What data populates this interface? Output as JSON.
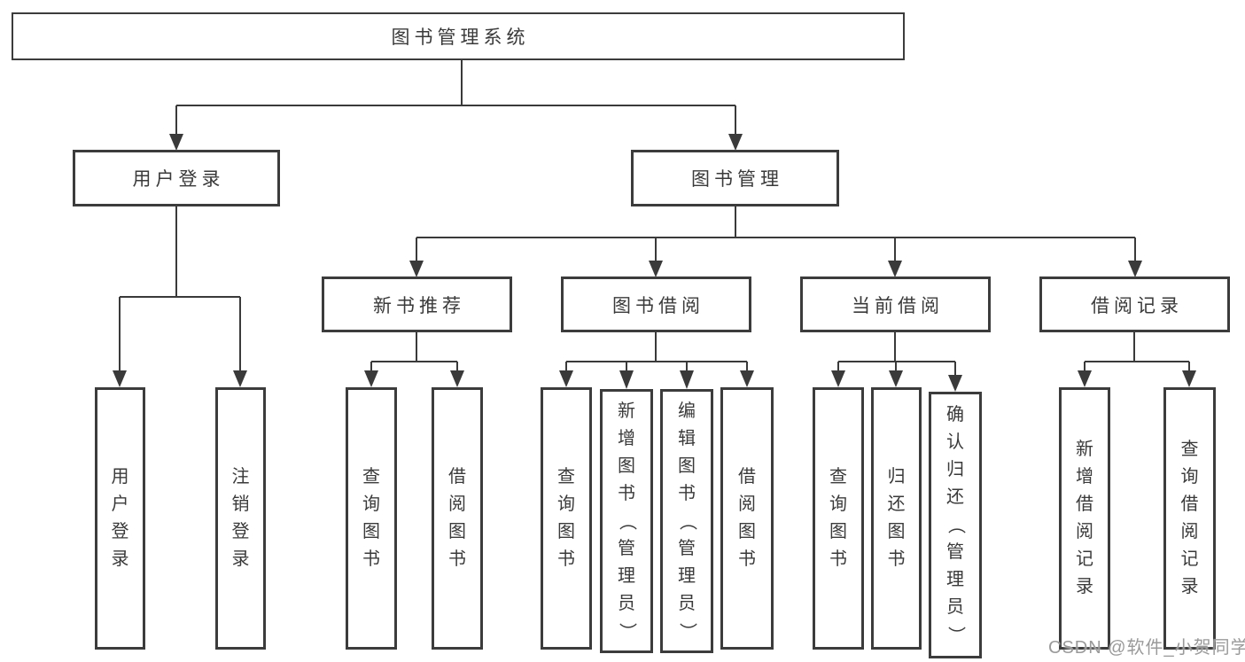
{
  "watermark": {
    "text": "CSDN @软件_小贺同学"
  },
  "chart": {
    "root": {
      "label": "图书管理系统"
    },
    "branches": [
      {
        "label": "用户登录",
        "children": [
          {
            "label": "用户登录"
          },
          {
            "label": "注销登录"
          }
        ]
      },
      {
        "label": "图书管理",
        "children": [
          {
            "label": "新书推荐",
            "children": [
              {
                "label": "查询图书"
              },
              {
                "label": "借阅图书"
              }
            ]
          },
          {
            "label": "图书借阅",
            "children": [
              {
                "label": "查询图书"
              },
              {
                "label": "新增图书（管理员）"
              },
              {
                "label": "编辑图书（管理员）"
              },
              {
                "label": "借阅图书"
              }
            ]
          },
          {
            "label": "当前借阅",
            "children": [
              {
                "label": "查询图书"
              },
              {
                "label": "归还图书"
              },
              {
                "label": "确认归还（管理员）"
              }
            ]
          },
          {
            "label": "借阅记录",
            "children": [
              {
                "label": "新增借阅记录"
              },
              {
                "label": "查询借阅记录"
              }
            ]
          }
        ]
      }
    ]
  }
}
